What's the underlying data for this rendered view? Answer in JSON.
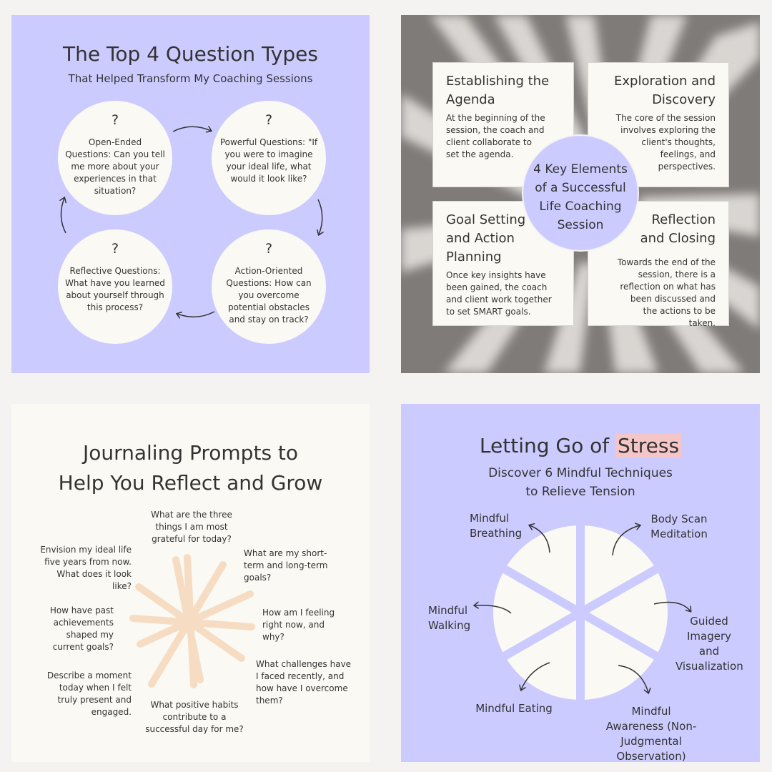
{
  "panel1": {
    "title": "The Top 4 Question Types",
    "subtitle": "That Helped Transform My Coaching Sessions",
    "qmark": "?",
    "questions": [
      "Open-Ended Questions: Can you tell me more about your experiences in that situation?",
      "Powerful Questions: \"If you were to imagine your ideal life, what would it look like?",
      "Action-Oriented Questions: How can you overcome potential obstacles and stay on track?",
      "Reflective Questions: What have you learned about yourself through this process?"
    ]
  },
  "panel2": {
    "center_text": "4 Key Elements of a Successful Life Coaching Session",
    "cards": [
      {
        "title": "Establishing the Agenda",
        "body": "At the beginning of the session, the coach and client collaborate to set the agenda."
      },
      {
        "title": "Exploration and Discovery",
        "body": "The core of the session involves exploring the client's thoughts, feelings, and perspectives."
      },
      {
        "title": "Goal Setting and Action Planning",
        "body": "Once key insights have been gained, the coach and client work together to set SMART goals."
      },
      {
        "title": "Reflection and Closing",
        "body": "Towards the end of the session, there is a reflection on what has been discussed and the actions to be taken."
      }
    ]
  },
  "panel3": {
    "title_line1": "Journaling Prompts to",
    "title_line2": "Help You Reflect and Grow",
    "prompts": [
      "What are the three things I am most grateful for today?",
      "What are my short-term and long-term goals?",
      "How am I feeling right now, and why?",
      "What challenges have I faced recently, and how have I overcome them?",
      "What positive habits contribute to a successful day for me?",
      "Describe a moment today when I felt truly present and engaged.",
      "How have past achievements shaped my current goals?",
      "Envision my ideal life five years from now. What does it look like?"
    ]
  },
  "panel4": {
    "title_prefix": "Letting Go of",
    "title_highlight": "Stress",
    "subtitle_line1": "Discover 6 Mindful Techniques",
    "subtitle_line2": "to Relieve Tension",
    "techniques": [
      "Mindful Breathing",
      "Body Scan Meditation",
      "Guided Imagery and Visualization",
      "Mindful Awareness (Non-Judgmental Observation)",
      "Mindful Eating",
      "Mindful Walking"
    ]
  },
  "colors": {
    "lavender": "#cccbff",
    "cream": "#fbf9f3",
    "accent_circle": "#cccbff",
    "highlight": "#f5c6c7",
    "star_peach": "#f6dcc2",
    "shadow_gray": "#7f7b79"
  }
}
